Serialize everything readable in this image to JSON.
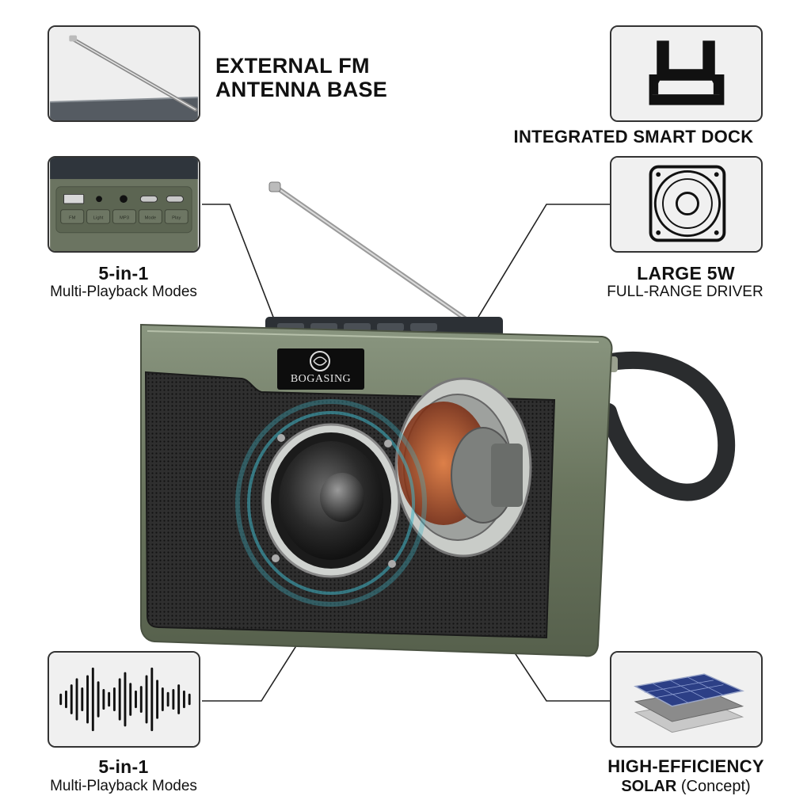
{
  "brand": {
    "logo_text": "BOGASING"
  },
  "features": {
    "antenna": {
      "line1": "EXTERNAL FM",
      "line2": "ANTENNA BASE",
      "icon": "antenna-icon"
    },
    "dock": {
      "title": "INTEGRATED SMART DOCK",
      "icon": "dock-icon"
    },
    "modes_top": {
      "title": "5-in-1",
      "subtitle": "Multi-Playback Modes",
      "icon": "port-panel-icon",
      "button_labels": [
        "FM",
        "Light",
        "MP3",
        "Mode",
        "Play"
      ]
    },
    "driver": {
      "title": "LARGE 5W",
      "subtitle": "FULL-RANGE DRIVER",
      "icon": "speaker-icon"
    },
    "modes_bottom": {
      "title": "5-in-1",
      "subtitle": "Multi-Playback Modes",
      "icon": "soundwave-icon"
    },
    "solar": {
      "title": "HIGH-EFFICIENCY",
      "title2": "SOLAR",
      "note": "(Concept)",
      "icon": "solar-panel-icon"
    }
  },
  "colors": {
    "body_green": "#6f7a63",
    "grille": "#2a2a2a",
    "accent_cyan": "#3fb6c9",
    "accent_red": "#d0542a",
    "text": "#111111"
  }
}
